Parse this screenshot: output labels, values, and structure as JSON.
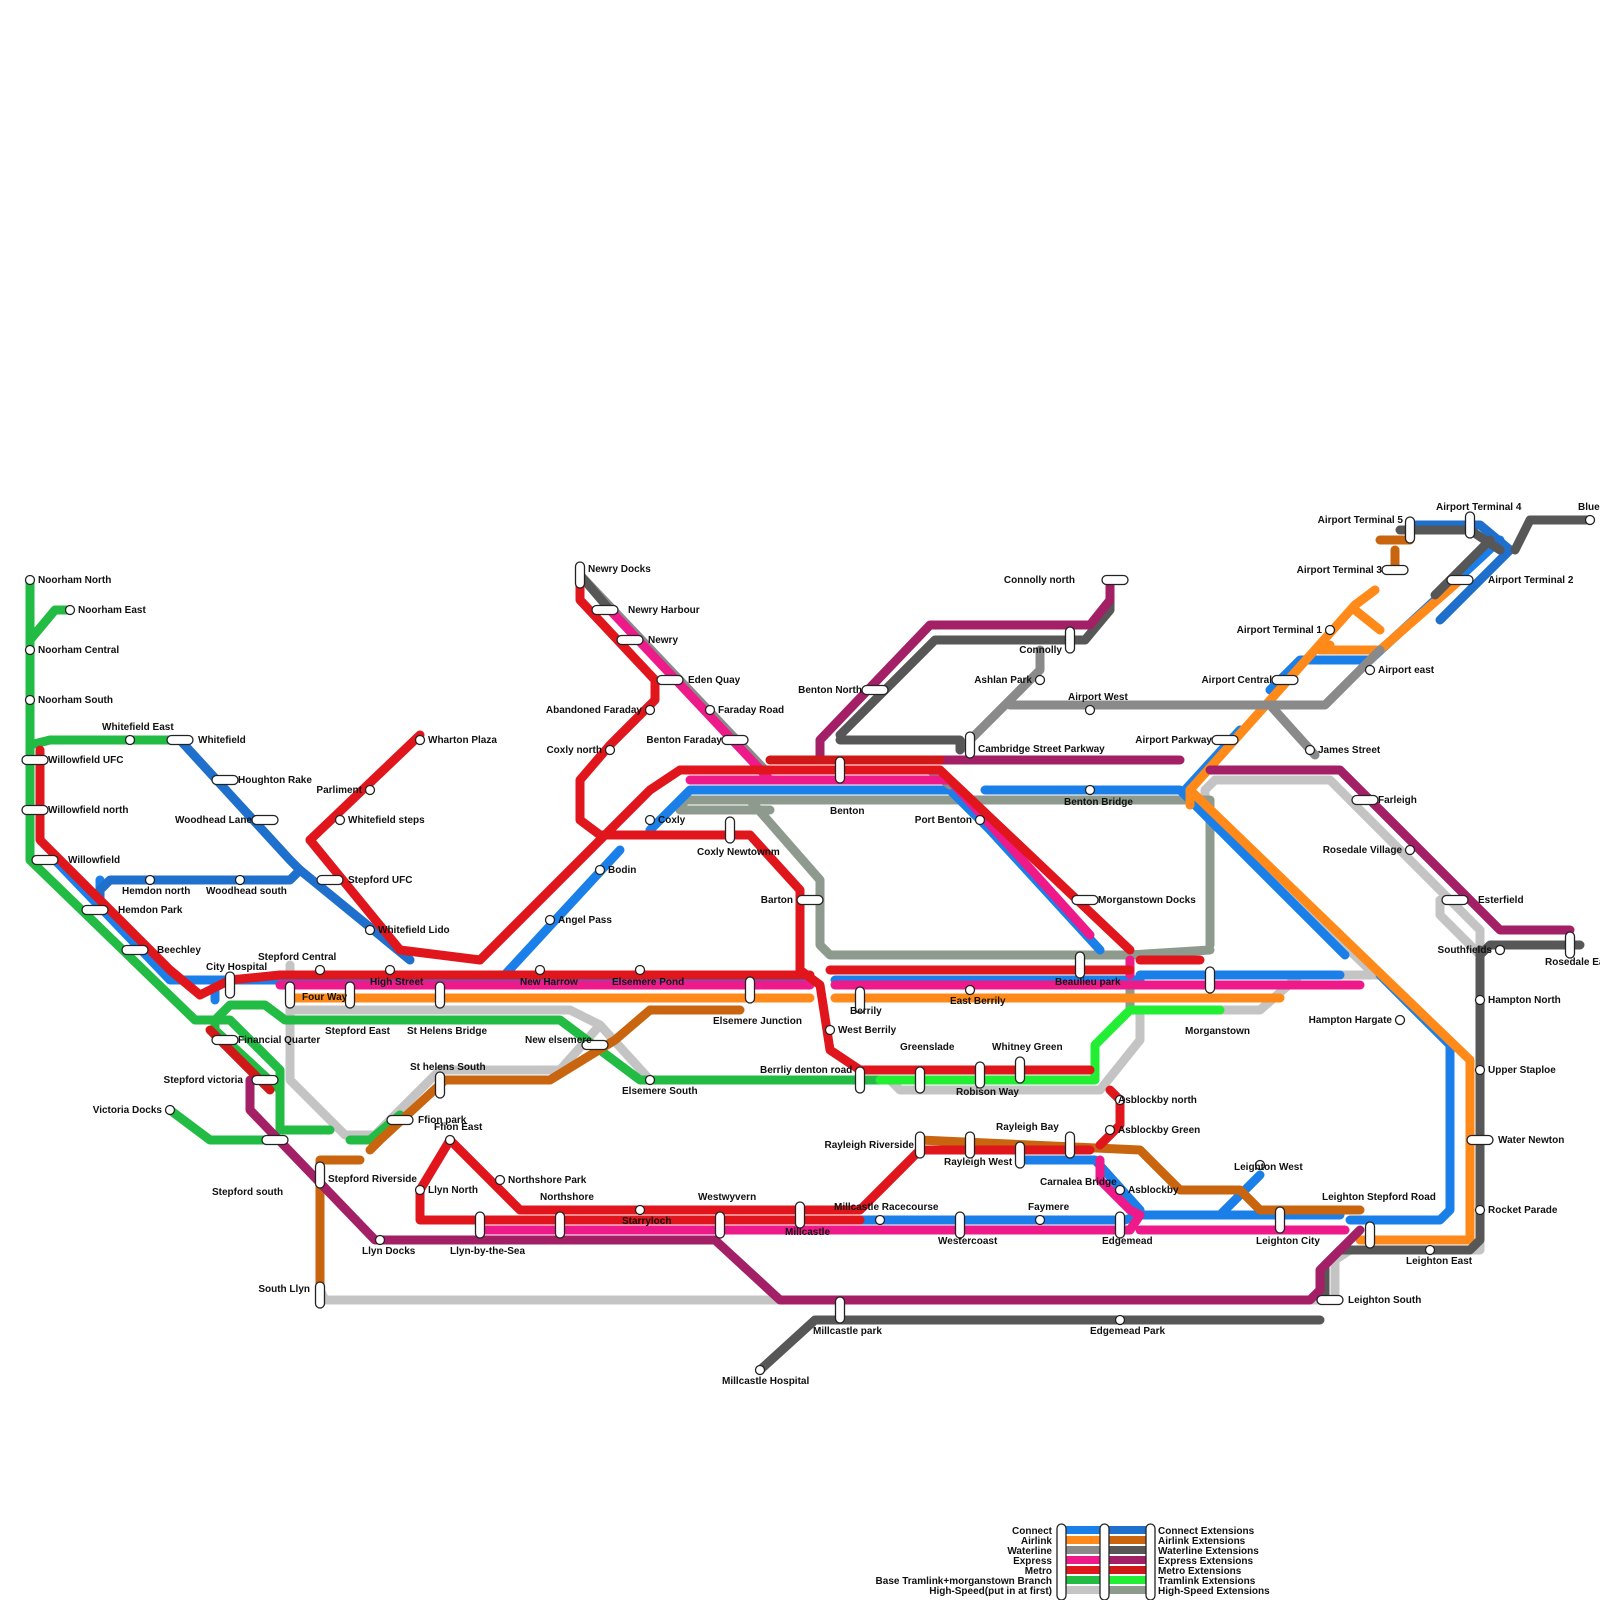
{
  "lines": [
    {
      "key": "connect",
      "color": "#1a7fe8"
    },
    {
      "key": "airlink",
      "color": "#ff8a1a"
    },
    {
      "key": "waterline",
      "color": "#8a8a8a"
    },
    {
      "key": "express",
      "color": "#ee1a8a"
    },
    {
      "key": "metro",
      "color": "#e0161c"
    },
    {
      "key": "tramlink",
      "color": "#22bb44"
    },
    {
      "key": "highspeed",
      "color": "#c4c4c4"
    },
    {
      "key": "connect_ext",
      "color": "#1f6fcc"
    },
    {
      "key": "airlink_ext",
      "color": "#c8650e"
    },
    {
      "key": "waterline_ext",
      "color": "#575757"
    },
    {
      "key": "express_ext",
      "color": "#a32066"
    },
    {
      "key": "metro_ext",
      "color": "#d01818"
    },
    {
      "key": "tramlink_ext",
      "color": "#22ee33"
    },
    {
      "key": "highspeed_ext",
      "color": "#8e9a8e"
    }
  ],
  "stations": {
    "noorham_north": "Noorham North",
    "noorham_east": "Noorham East",
    "noorham_central": "Noorham Central",
    "noorham_south": "Noorham South",
    "whitefield_east": "Whitefield East",
    "whitefield": "Whitefield",
    "willowfield_ufc": "Willowfield UFC",
    "willowfield_north": "Willowfield north",
    "willowfield": "Willowfield",
    "houghton_rake": "Houghton Rake",
    "woodhead_lane": "Woodhead Lane",
    "hemdon_north": "Hemdon north",
    "woodhead_south": "Woodhead south",
    "hemdon_park": "Hemdon Park",
    "beechley": "Beechley",
    "city_hospital": "City Hospital",
    "stepford_central": "Stepford Central",
    "four_way": "Four Way",
    "high_street": "High Street",
    "stepford_east": "Stepford East",
    "st_helens_bridge": "St Helens Bridge",
    "financial_quarter": "Financial Quarter",
    "stepford_victoria": "Stepford victoria",
    "victoria_docks": "Victoria Docks",
    "stepford_south": "Stepford south",
    "wharton_plaza": "Wharton Plaza",
    "parliment": "Parliment",
    "whitefield_steps": "Whitefield steps",
    "stepford_ufc": "Stepford UFC",
    "whitefield_lido": "Whitefield Lido",
    "newry_docks": "Newry Docks",
    "newry_harbour": "Newry Harbour",
    "newry": "Newry",
    "eden_quay": "Eden Quay",
    "abandoned_faraday": "Abandoned Faraday",
    "faraday_road": "Faraday Road",
    "coxly_north": "Coxly north",
    "benton_faraday": "Benton Faraday",
    "coxly": "Coxly",
    "coxly_newtownm": "Coxly Newtownm",
    "bodin": "Bodin",
    "angel_pass": "Angel Pass",
    "new_harrow": "New Harrow",
    "elsemere_pond": "Elsemere Pond",
    "elsemere_junction": "Elsemere Junction",
    "new_elsemere": "New elsemere",
    "elsemere_south": "Elsemere South",
    "st_helens_south": "St helens South",
    "ffion_park": "Ffion park",
    "ffion_east": "Ffion East",
    "stepford_riverside": "Stepford Riverside",
    "south_llyn": "South Llyn",
    "llyn_docks": "Llyn Docks",
    "llyn_north": "Llyn North",
    "northshore_park": "Northshore Park",
    "northshore": "Northshore",
    "llyn_by_the_sea": "Llyn-by-the-Sea",
    "starryloch": "Starryloch",
    "westwyvern": "Westwyvern",
    "millcastle": "Millcastle",
    "millcastle_racecourse": "Millcastle Racecourse",
    "millcastle_park": "Millcastle park",
    "millcastle_hospital": "Millcastle Hospital",
    "benton_north": "Benton North",
    "benton": "Benton",
    "barton": "Barton",
    "berrily": "Berrily",
    "west_berrily": "West Berrily",
    "berrliy_denton_road": "Berrliy denton road",
    "greenslade": "Greenslade",
    "whitney_green": "Whitney Green",
    "robison_way": "Robison Way",
    "east_berrily": "East Berrily",
    "beaulieu_park": "Beaulieu park",
    "morganstown": "Morganstown",
    "morganstown_docks": "Morganstown Docks",
    "port_benton": "Port Benton",
    "connolly_north": "Connolly north",
    "connolly": "Connolly",
    "ashlan_park": "Ashlan Park",
    "cambridge_street_parkway": "Cambridge Street Parkway",
    "airport_west": "Airport West",
    "benton_bridge": "Benton Bridge",
    "airport_parkway": "Airport Parkway",
    "airport_central": "Airport Central",
    "airport_east": "Airport east",
    "james_street": "James Street",
    "airport_terminal_1": "Airport Terminal 1",
    "airport_terminal_2": "Airport Terminal 2",
    "airport_terminal_3": "Airport Terminal 3",
    "airport_terminal_4": "Airport Terminal 4",
    "airport_terminal_5": "Airport Terminal 5",
    "bluer": "Bluer",
    "farleigh": "Farleigh",
    "rosedale_village": "Rosedale Village",
    "esterfield": "Esterfield",
    "southfields": "Southfields",
    "rosedale_east": "Rosedale East",
    "hampton_north": "Hampton North",
    "hampton_hargate": "Hampton Hargate",
    "upper_staploe": "Upper Staploe",
    "water_newton": "Water Newton",
    "rocket_parade": "Rocket Parade",
    "leighton_east": "Leighton East",
    "leighton_south": "Leighton South",
    "leighton_city": "Leighton City",
    "leighton_stepford_road": "Leighton Stepford Road",
    "leighton_west": "Leighton West",
    "rayleigh_riverside": "Rayleigh Riverside",
    "rayleigh_west": "Rayleigh West",
    "rayleigh_bay": "Rayleigh Bay",
    "carnalea_bridge": "Carnalea Bridge",
    "asblockby_north": "Asblockby north",
    "asblockby_green": "Asblockby Green",
    "asblockby": "Asblockby",
    "faymere": "Faymere",
    "westercoast": "Westercoast",
    "edgemead": "Edgemead",
    "edgemead_park": "Edgemead Park"
  },
  "legend": {
    "left_labels": [
      "Connect",
      "Airlink",
      "Waterline",
      "Express",
      "Metro",
      "Base Tramlink+morganstown Branch",
      "High-Speed(put in at first)"
    ],
    "right_labels": [
      "Connect Extensions",
      "Airlink Extensions",
      "Waterline Extensions",
      "Express Extensions",
      "Metro Extensions",
      "Tramlink Extensions",
      "High-Speed Extensions"
    ]
  }
}
